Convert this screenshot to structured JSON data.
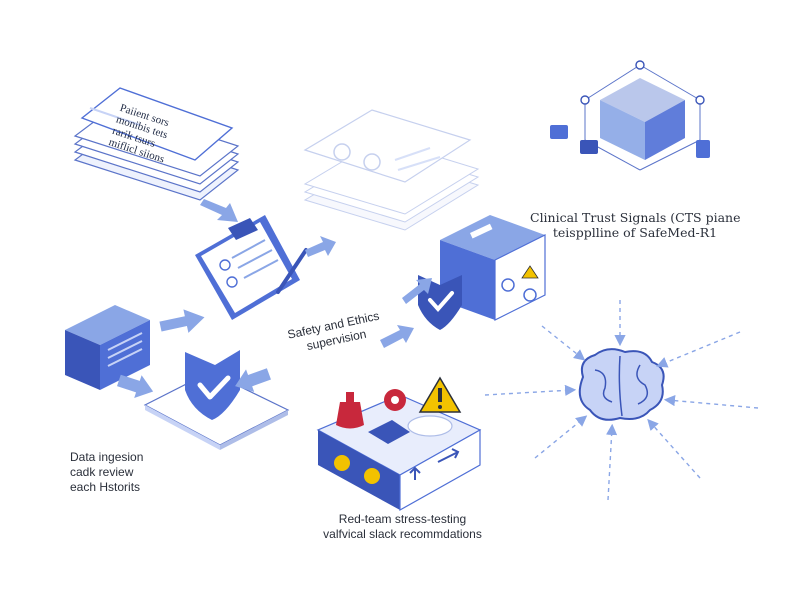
{
  "labels": {
    "patient_doc": [
      "Paiient sors",
      "monibis tets",
      "rarik tsurs",
      "miflicl siions"
    ],
    "cts_title": [
      "Clinical Trust Signals (CTS piane",
      "teispplline of SafeMed-R1"
    ],
    "safety": [
      "Safety and Ethics",
      "supervision"
    ],
    "data_ingestion": [
      "Data ingesion",
      "cadk review",
      "each Hstorits"
    ],
    "red_team": [
      "Red-team stress-testing",
      "valfvical slack recommdations"
    ]
  },
  "colors": {
    "accent": "#4f6fd6",
    "accent_dark": "#3a55b8",
    "light_blue": "#c7d3f6",
    "arrow": "#8aa6e6",
    "warning": "#f2c200",
    "danger": "#c8283c"
  },
  "icons": {
    "document_stack": "document-stack-icon",
    "clipboard": "clipboard-icon",
    "server": "server-icon",
    "shield_check": "shield-check-icon",
    "secure_cube": "secure-cube-icon",
    "network_cube": "network-cube-icon",
    "brain": "brain-icon",
    "warning": "warning-icon",
    "flask": "flask-icon",
    "biohazard": "biohazard-icon"
  }
}
